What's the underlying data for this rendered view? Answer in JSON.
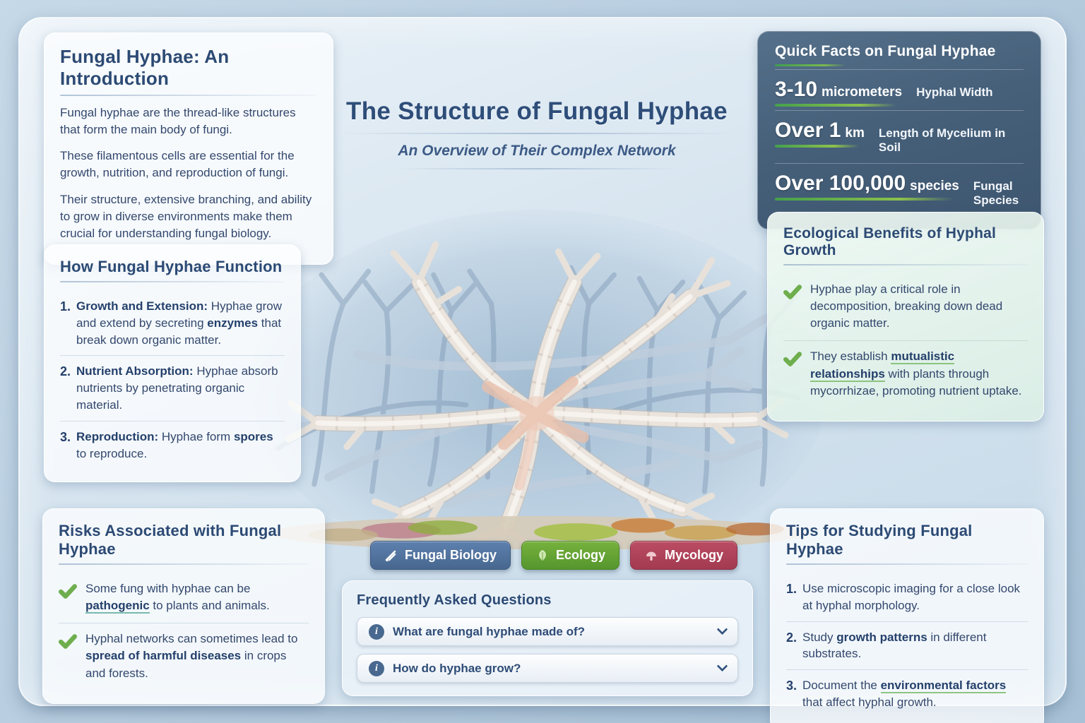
{
  "header": {
    "title": "The Structure of Fungal Hyphae",
    "subtitle": "An Overview of Their Complex Network"
  },
  "intro": {
    "title_strong": "Fungal Hyphae:",
    "title_rest": " An Introduction",
    "paragraphs": [
      "Fungal hyphae are the thread-like structures that form the main body of fungi.",
      "These filamentous cells are essential for the growth, nutrition, and reproduction of fungi.",
      "Their structure, extensive branching, and ability to grow in diverse environments make them crucial for understanding fungal biology."
    ]
  },
  "quick_facts": {
    "title": "Quick Facts on Fungal Hyphae",
    "facts": [
      {
        "value": "3-10",
        "unit": "micrometers",
        "label": "Hyphal Width"
      },
      {
        "value": "Over 1",
        "unit": "km",
        "label": "Length of Mycelium in Soil"
      },
      {
        "value": "Over 100,000",
        "unit": "species",
        "label": "Fungal Species"
      }
    ]
  },
  "function_panel": {
    "title": "How Fungal Hyphae Function",
    "items": [
      {
        "num": "1.",
        "lead": "Growth and Extension:",
        "pre": " Hyphae grow and extend by secreting ",
        "strong": "enzymes",
        "post": " that break down organic matter."
      },
      {
        "num": "2.",
        "lead": "Nutrient Absorption:",
        "pre": " Hyphae absorb nutrients by penetrating organic material.",
        "strong": "",
        "post": ""
      },
      {
        "num": "3.",
        "lead": "Reproduction:",
        "pre": " Hyphae form ",
        "strong": "spores",
        "post": " to reproduce."
      }
    ]
  },
  "eco_panel": {
    "title": "Ecological Benefits of Hyphal Growth",
    "items": [
      {
        "pre": "Hyphae play a critical role in decomposition, breaking down dead organic matter.",
        "strong": "",
        "post": ""
      },
      {
        "pre": "They establish ",
        "strong": "mutualistic relationships",
        "post": " with plants through mycorrhizae, promoting nutrient uptake."
      }
    ]
  },
  "risks_panel": {
    "title": "Risks Associated with Fungal Hyphae",
    "items": [
      {
        "pre": "Some fung with hyphae can be ",
        "strong": "pathogenic",
        "post": " to plants and animals."
      },
      {
        "pre": "Hyphal networks can sometimes lead to ",
        "strong": "spread of harmful diseases",
        "post": " in crops and forests."
      }
    ]
  },
  "tags": [
    {
      "label": "Fungal Biology",
      "icon": "branch-icon",
      "color": "#47678f"
    },
    {
      "label": "Ecology",
      "icon": "leaf-icon",
      "color": "#55962d"
    },
    {
      "label": "Mycology",
      "icon": "mushroom-icon",
      "color": "#a23a50"
    }
  ],
  "faq": {
    "title": "Frequently Asked Questions",
    "items": [
      {
        "question": "What are fungal hyphae made of?"
      },
      {
        "question": "How do hyphae grow?"
      }
    ]
  },
  "tips_panel": {
    "title": "Tips for Studying Fungal Hyphae",
    "items": [
      {
        "num": "1.",
        "pre": "Use microscopic imaging for a close look at hyphal morphology.",
        "strong": "",
        "post": ""
      },
      {
        "num": "2.",
        "pre": "Study ",
        "strong": "growth patterns",
        "post": " in different substrates."
      },
      {
        "num": "3.",
        "pre": "Document the ",
        "strong": "environmental factors",
        "post": " that affect hyphal growth."
      }
    ]
  },
  "colors": {
    "accent_green": "#6fae4e",
    "stat_underline": "#79b94d",
    "heading_blue": "#2c4a74",
    "quick_facts_bg": "#46607a"
  }
}
